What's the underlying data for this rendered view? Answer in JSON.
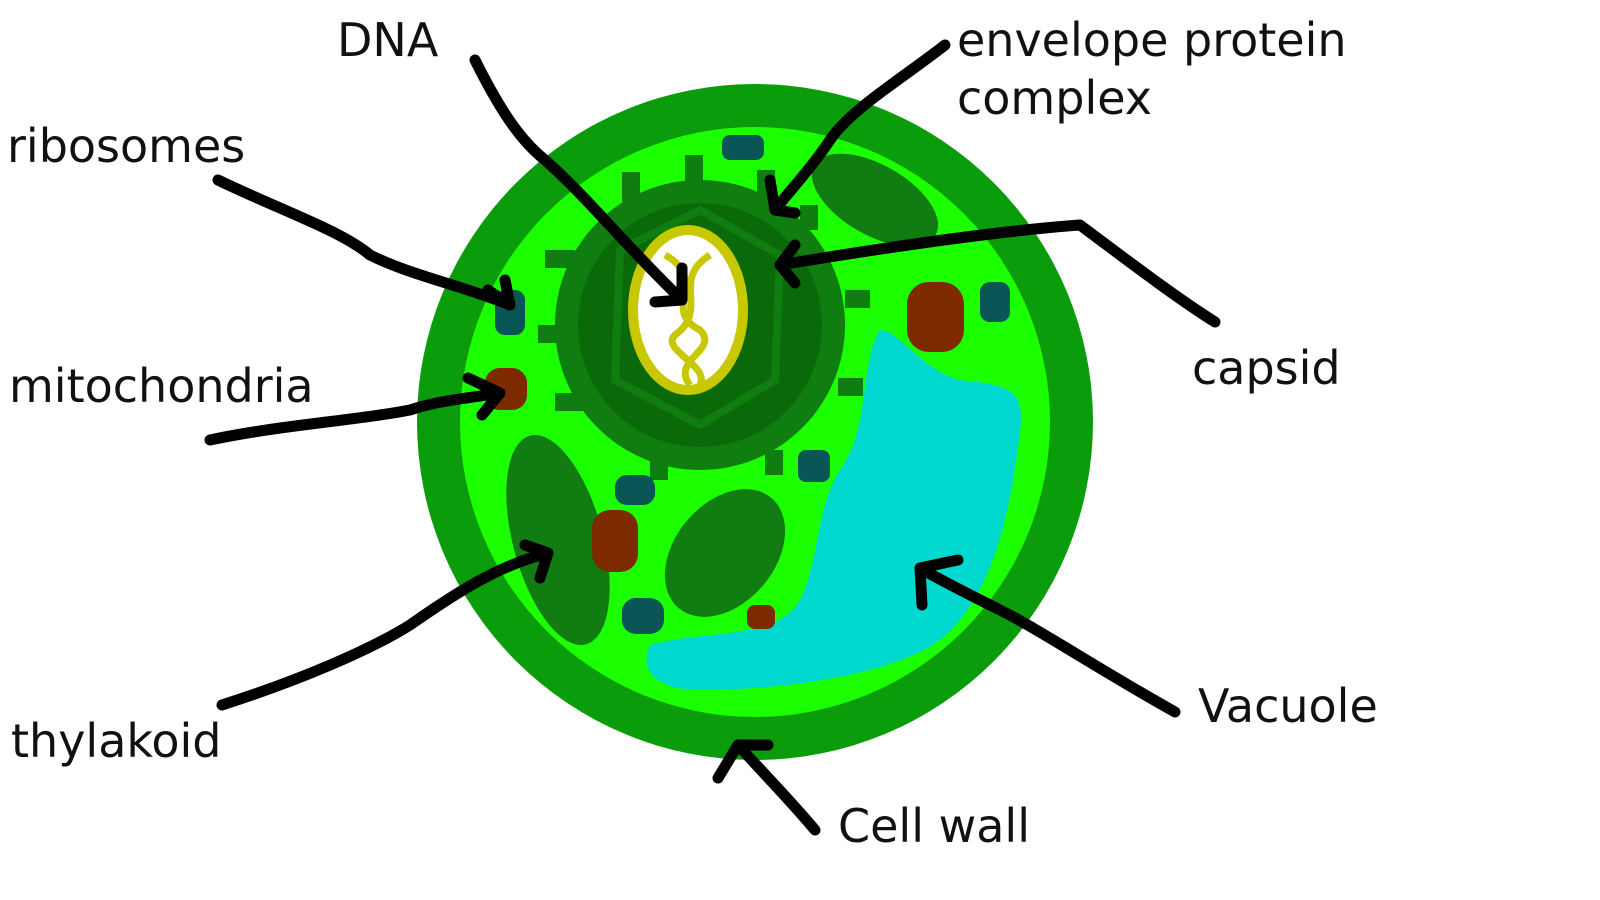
{
  "labels": {
    "dna": "DNA",
    "envelope_line1": "envelope protein",
    "envelope_line2": "complex",
    "ribosomes": "ribosomes",
    "mitochondria": "mitochondria",
    "capsid": "capsid",
    "thylakoid": "thylakoid",
    "vacuole": "Vacuole",
    "cell_wall": "Cell wall"
  },
  "colors": {
    "cell_wall": "#0a9c0a",
    "cytoplasm": "#1cff00",
    "vacuole": "#00d8d0",
    "chloroplast": "#117c11",
    "capsid_outer": "#0f7d0f",
    "capsid_inner": "#0a6a0a",
    "ribosome": "#0a5656",
    "mitochondria": "#7d2a00",
    "dna": "#c8c800",
    "arrow": "#000000"
  }
}
